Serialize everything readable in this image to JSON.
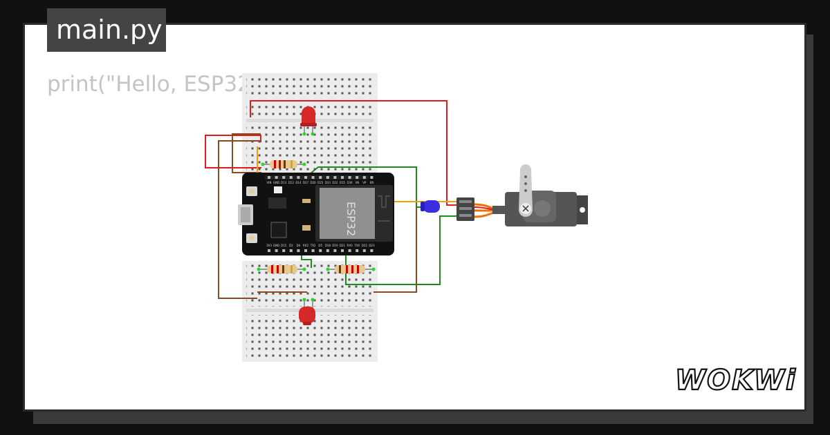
{
  "tab": {
    "filename": "main.py"
  },
  "code": {
    "preview": "print(\"Hello, ESP32"
  },
  "board": {
    "name": "ESP32",
    "top_pins": [
      "VIN",
      "GND",
      "D13",
      "D12",
      "D14",
      "D27",
      "D26",
      "D25",
      "D33",
      "D32",
      "D35",
      "D34",
      "VN",
      "VP",
      "EN"
    ],
    "bottom_pins": [
      "3V3",
      "GND",
      "D15",
      "D2",
      "D4",
      "RX2",
      "TX2",
      "D5",
      "D18",
      "D19",
      "D21",
      "RX0",
      "TX0",
      "D22",
      "D23"
    ]
  },
  "brand": {
    "logo_text": "WOKWi"
  },
  "icons": [
    "servo-horn-icon",
    "led-icon",
    "resistor-icon",
    "usb-port-icon"
  ],
  "colors": {
    "wire_red": "#e01b1b",
    "wire_brown": "#8b4a1e",
    "wire_green": "#1e8a1e",
    "wire_orange": "#f0a000",
    "led_red": "#d62828",
    "led_blue": "#3a2ee0",
    "board": "#111111",
    "breadboard": "#eeeeee"
  }
}
